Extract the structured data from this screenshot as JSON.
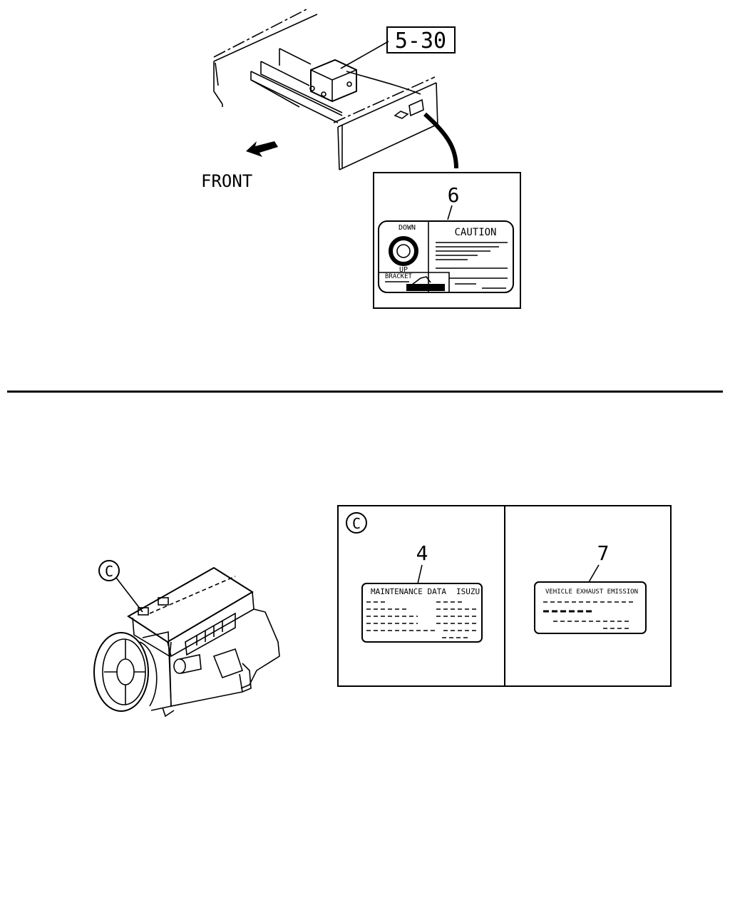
{
  "top": {
    "ref_box_label": "5-30",
    "front_label": "FRONT",
    "callout_6": "6",
    "caution_label": "CAUTION",
    "dial_down": "DOWN",
    "dial_up": "UP",
    "bracket_label": "BRACKET"
  },
  "bottom": {
    "engine_callout": "C",
    "panel_callout": "C",
    "callout_4": "4",
    "maintenance_title": "MAINTENANCE DATA",
    "maintenance_brand": "ISUZU",
    "callout_7": "7",
    "emission_title": "VEHICLE EXHAUST EMISSION"
  }
}
